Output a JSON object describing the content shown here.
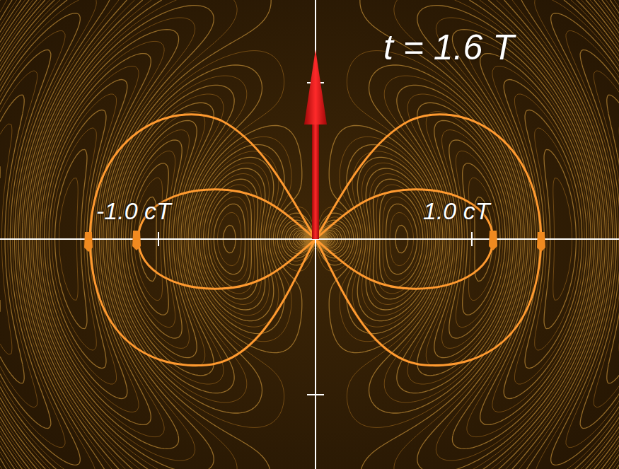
{
  "diagram": {
    "labels": [
      "t = 1.6 T",
      "-1.0 cT",
      "1.0 cT"
    ]
  }
}
